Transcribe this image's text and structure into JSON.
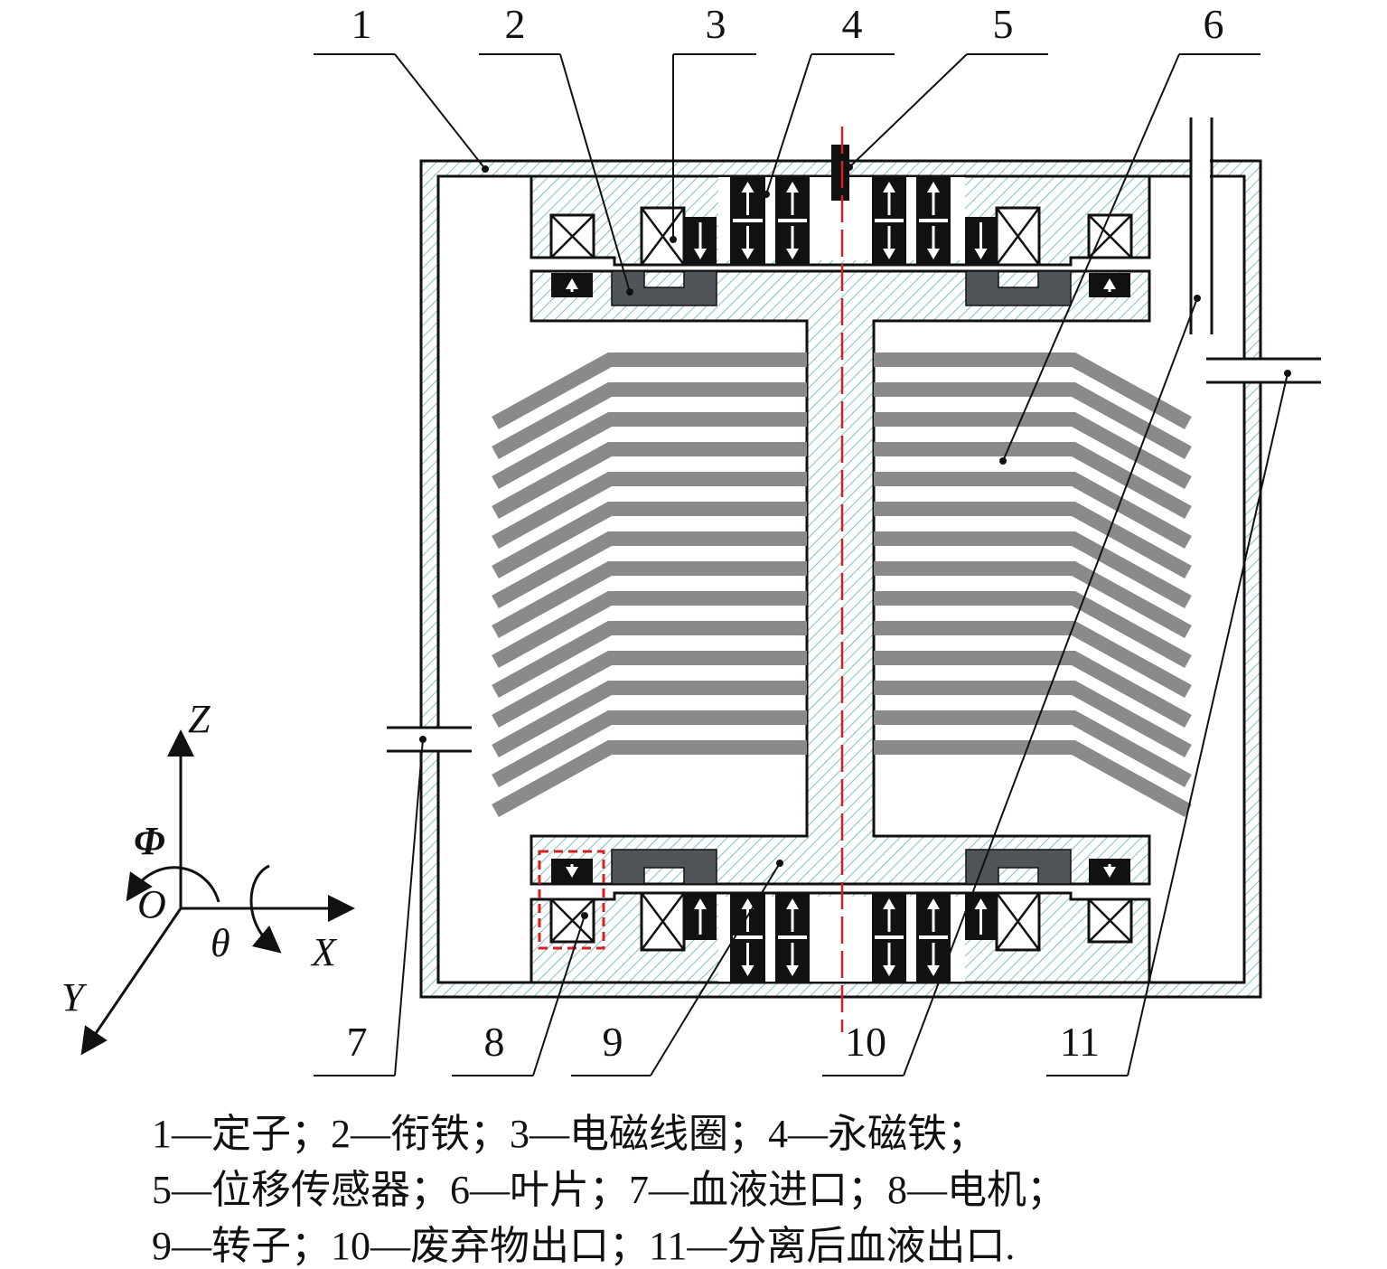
{
  "part_labels": [
    "1",
    "2",
    "3",
    "4",
    "5",
    "6",
    "7",
    "8",
    "9",
    "10",
    "11"
  ],
  "axes": {
    "z": "Z",
    "x": "X",
    "y": "Y",
    "origin": "O",
    "phi": "Φ",
    "theta": "θ"
  },
  "caption": [
    "1—定子；2—衔铁；3—电磁线圈；4—永磁铁；",
    "5—位移传感器；6—叶片；7—血液进口；8—电机；",
    "9—转子；10—废弃物出口；11—分离后血液出口."
  ],
  "colors": {
    "hatch": "#5fb3b3",
    "blade": "#8a8a8a",
    "armature": "#50555a",
    "centerline": "#d42020",
    "motor_box": "#d42020"
  }
}
